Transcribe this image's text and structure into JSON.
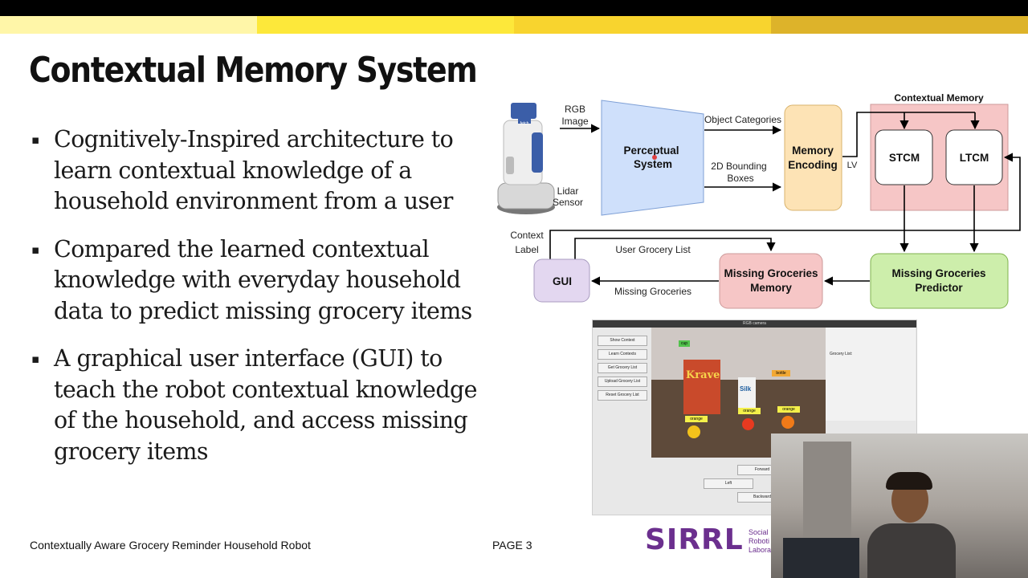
{
  "slide": {
    "title": "Contextual Memory System",
    "bullets": [
      "Cognitively-Inspired architecture to learn contextual knowledge of a household environment from a user",
      "Compared the learned contextual knowledge with everyday household data to predict missing grocery items",
      "A graphical user interface (GUI) to teach the robot contextual knowledge of the household, and access missing grocery items"
    ],
    "bullet_marker": "▪",
    "footer_title": "Contextually Aware Grocery Reminder Household Robot",
    "page_label": "PAGE 3",
    "logo_text": "SIRRL",
    "logo_sub": [
      "Social",
      "Roboti",
      "Labora"
    ]
  },
  "colors": {
    "stripe1": "#fff6a8",
    "stripe2": "#fde83a",
    "stripe3": "#f8d42e",
    "stripe4": "#ddb32a",
    "perceptual_fill": "#cfe0fb",
    "memory_fill": "#fde3b5",
    "context_fill": "#f6c6c6",
    "gui_fill": "#e3d7f0",
    "missing_memory_fill": "#f6c6c6",
    "predictor_fill": "#cdeeab",
    "logo": "#6b2f8e"
  },
  "diagram": {
    "rgb_image": [
      "RGB",
      "Image"
    ],
    "lidar_sensor": [
      "Lidar",
      "Sensor"
    ],
    "perceptual_system": [
      "Perceptual",
      "System"
    ],
    "object_categories": "Object Categories",
    "bounding_boxes": [
      "2D Bounding",
      "Boxes"
    ],
    "memory_encoding": [
      "Memory",
      "Encoding"
    ],
    "lv": "LV",
    "contextual_memory": "Contextual Memory",
    "stcm": "STCM",
    "ltcm": "LTCM",
    "context_label": [
      "Context",
      "Label"
    ],
    "user_grocery_list": "User Grocery List",
    "gui": "GUI",
    "missing_groceries_memory": [
      "Missing Groceries",
      "Memory"
    ],
    "missing_groceries_predictor": [
      "Missing Groceries",
      "Predictor"
    ],
    "missing_groceries": "Missing Groceries",
    "robot_badge": "fetch"
  },
  "gui_window": {
    "title": "RGB camera",
    "buttons": [
      "Show Context",
      "Learn Contexts",
      "Get Grocery List",
      "Upload Grocery List",
      "Reset Grocery List"
    ],
    "grocery_list_label": "Grocery List:",
    "nav": {
      "forward": "Forward",
      "left": "Left",
      "backward": "Backward"
    },
    "detections": [
      "cup",
      "bottle",
      "orange",
      "orange",
      "orange"
    ],
    "kraves_text": "Krave",
    "silk_text": "Silk"
  }
}
